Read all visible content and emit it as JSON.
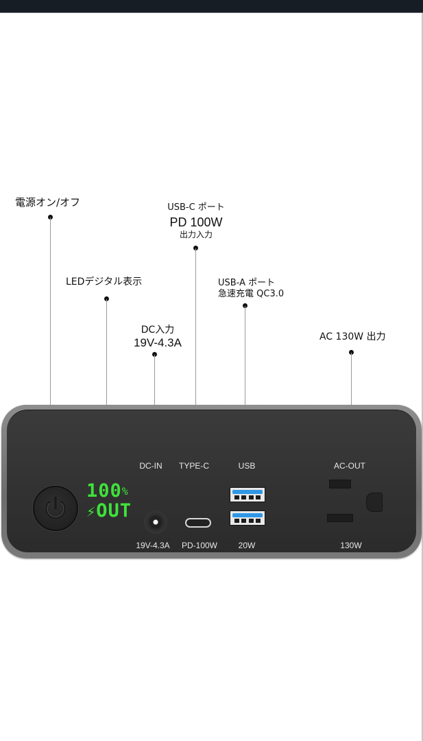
{
  "viewer": {
    "topbar_color": "#171d25"
  },
  "callouts": {
    "power": {
      "label": "電源オン/オフ"
    },
    "led": {
      "label": "LEDデジタル表示"
    },
    "dc_in": {
      "line1": "DC入力",
      "line2": "19V-4.3A"
    },
    "usb_c": {
      "line1": "USB-C ポート",
      "line2": "PD 100W",
      "line3": "出力入力"
    },
    "usb_a": {
      "line1": "USB-A ポート",
      "line2": "急速充電 QC3.0"
    },
    "ac": {
      "label": "AC 130W 出力"
    }
  },
  "device": {
    "display": {
      "row1": "100",
      "row1_unit": "%",
      "row2_icon": "lightning-icon",
      "row2": "OUT",
      "color": "#3fe23a"
    },
    "ports": [
      {
        "name": "DC-IN",
        "spec": "19V-4.3A"
      },
      {
        "name": "TYPE-C",
        "spec": "PD-100W"
      },
      {
        "name": "USB",
        "spec": "20W",
        "accent": "#2f97e6"
      },
      {
        "name": "AC-OUT",
        "spec": "130W"
      }
    ]
  }
}
